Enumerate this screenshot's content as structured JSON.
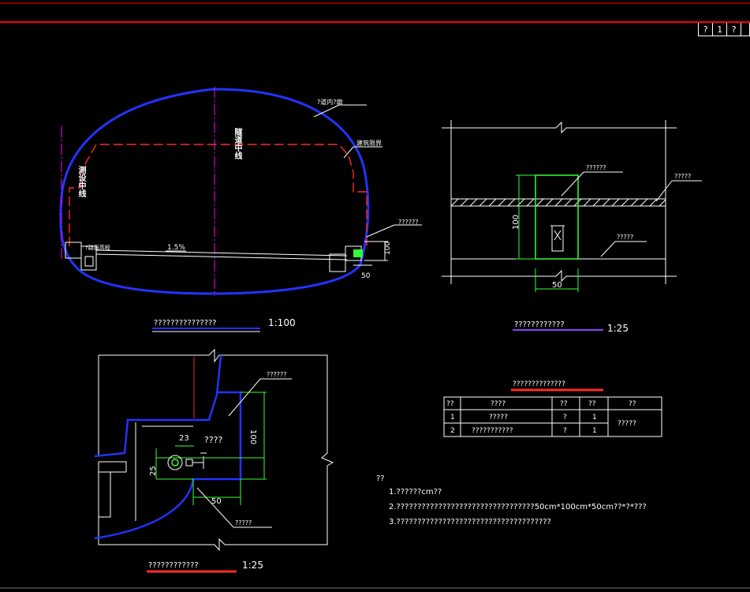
{
  "title_block": {
    "cells": [
      "?",
      "1",
      "?"
    ]
  },
  "section": {
    "label_lining": "?道内?廓",
    "label_clearance": "建筑限界",
    "label_survey_line": "测设中线",
    "label_tunnel_center": "隧道中线",
    "label_slope": "1.5%",
    "label_road": "?路面高程",
    "label_niche": "??????",
    "dim_height": "100",
    "dim_width": "50"
  },
  "titles": {
    "section_title": "???????????????",
    "section_scale": "1:100",
    "elevation_title": "????????????",
    "elevation_scale": "1:25",
    "plan_title": "????????????",
    "plan_scale": "1:25",
    "table_title": "??????????????"
  },
  "elevation": {
    "label_niche": "??????",
    "label_wall": "?????",
    "label_base": "?????",
    "dim_height": "100",
    "dim_width": "50"
  },
  "plan": {
    "label_niche": "??????",
    "label_center": "????",
    "label_bottom": "?????",
    "dim_23": "23",
    "dim_25": "25",
    "dim_100": "100",
    "dim_50": "50"
  },
  "table": {
    "headers": [
      "??",
      "????",
      "??",
      "??",
      "??"
    ],
    "rows": [
      [
        "1",
        "?????",
        "?",
        "1"
      ],
      [
        "2",
        "???????????",
        "?",
        "1"
      ]
    ],
    "merged_note": "?????"
  },
  "notes": {
    "heading": "??",
    "items": [
      "1.??????cm??",
      "2.?????????????????????????????????50cm*100cm*50cm??*?*???",
      "3.?????????????????????????????????????"
    ]
  },
  "colors": {
    "lining": "#2233ff",
    "clearance": "#ff2a2a",
    "centerline": "#ff00ff",
    "niche": "#33ff33",
    "frame": "#ffffff",
    "top_border": "#ff0000"
  }
}
